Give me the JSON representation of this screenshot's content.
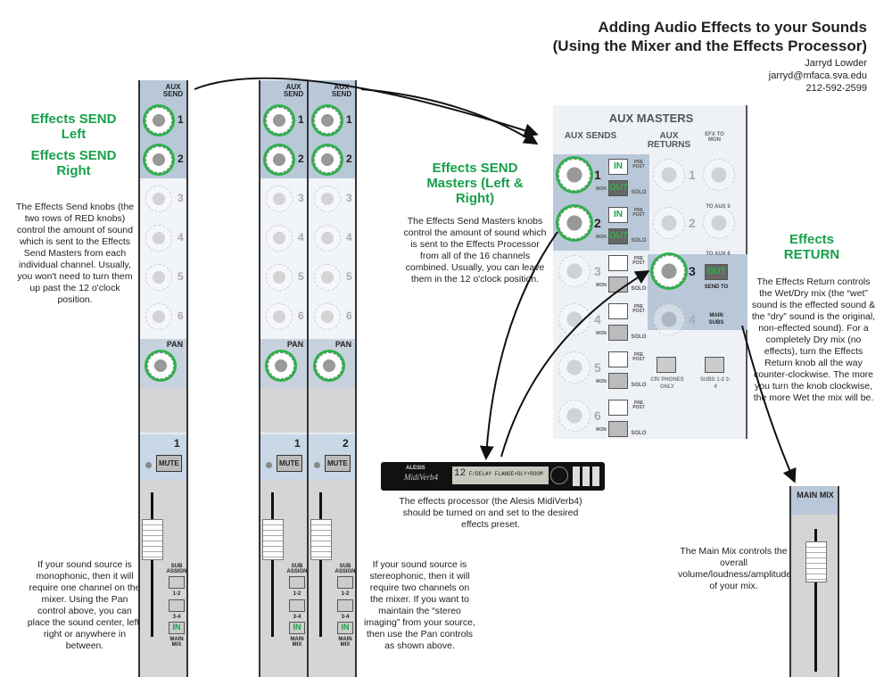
{
  "header": {
    "title1": "Adding Audio Effects to your Sounds",
    "title2": "(Using the Mixer and the Effects Processor)",
    "author": "Jarryd Lowder",
    "email": "jarryd@mfaca.sva.edu",
    "phone": "212-592-2599"
  },
  "labels": {
    "send_left": "Effects SEND Left",
    "send_right": "Effects SEND Right",
    "send_desc": "The Effects Send knobs (the two rows of RED knobs) control the amount of sound which is sent to the Effects Send Masters from each individual channel. Usually, you won't need to turn them up past the 12 o'clock position.",
    "masters_title": "Effects SEND Masters (Left & Right)",
    "masters_desc": "The Effects Send Masters knobs control the amount of sound which is sent to the Effects Processor from all of the 16 channels combined. Usually, you can leave them in the 12 o'clock position.",
    "return_title": "Effects RETURN",
    "return_desc": "The Effects Return controls the Wet/Dry mix (the “wet” sound is the effected sound & the “dry” sound is the original, non-effected sound). For a completely Dry mix (no effects), turn the Effects Return knob all the way counter-clockwise. The more you turn the knob clockwise, the more Wet the mix will be.",
    "processor_desc": "The effects processor (the Alesis MidiVerb4) should be turned on and set to the desired effects preset.",
    "mono_desc": "If your sound source is monophonic, then it will require one channel on the mixer. Using the Pan control above, you can place the sound center, left, right or anywhere in between.",
    "stereo_desc": "If your sound source is stereophonic, then it will require two channels on the mixer. If you want to maintain the “stereo imaging” from your source, then use the Pan controls as shown above.",
    "mainmix_desc": "The Main Mix controls the overall volume/loudness/amplitude of your mix."
  },
  "strip": {
    "aux_send": "AUX SEND",
    "pan": "PAN",
    "mute": "MUTE",
    "sub_assign": "SUB ASSIGN",
    "s12": "1-2",
    "s34": "3-4",
    "in": "IN",
    "main_mix": "MAIN MIX",
    "knob_nums": [
      "1",
      "2",
      "3",
      "4",
      "5",
      "6"
    ]
  },
  "channels": [
    {
      "num": "1"
    },
    {
      "num": "1"
    },
    {
      "num": "2"
    }
  ],
  "aux_masters": {
    "title": "AUX MASTERS",
    "sends": "AUX SENDS",
    "returns": "AUX RETURNS",
    "efx": "EFX TO MON",
    "in": "IN",
    "out": "OUT",
    "solo": "SOLO",
    "pre_post": "PRE POST",
    "mon": "MON",
    "to_aux5": "TO AUX 5",
    "to_aux6": "TO AUX 6",
    "send_to": "SEND TO",
    "main_subs": "MAIN SUBS",
    "cr_phones": "CR/ PHONES ONLY",
    "subs": "SUBS 1-2 3-4",
    "nums": [
      "1",
      "2",
      "3",
      "4",
      "5",
      "6"
    ]
  },
  "processor": {
    "brand": "ALESIS",
    "model": "MidiVerb4",
    "lcd_num": "12",
    "lcd_text": "F/DELAY FLANGE+DLY+ROOM"
  },
  "main_mix": {
    "label": "MAIN MIX"
  },
  "colors": {
    "accent": "#17a04a"
  }
}
